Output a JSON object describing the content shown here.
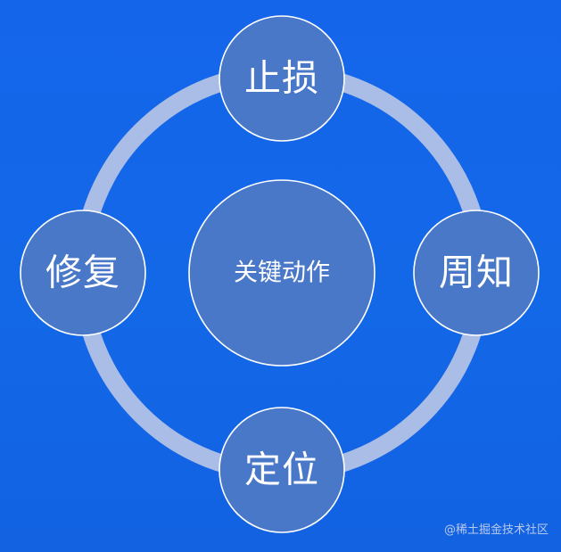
{
  "diagram": {
    "center": "关键动作",
    "top": "止损",
    "right": "周知",
    "bottom": "定位",
    "left": "修复"
  },
  "watermark": "@稀土掘金技术社区",
  "colors": {
    "background": "#1368E8",
    "ring": "#A9BDE6",
    "node_fill": "#4978C8",
    "node_stroke": "#FFFFFF",
    "text": "#FFFFFF"
  }
}
